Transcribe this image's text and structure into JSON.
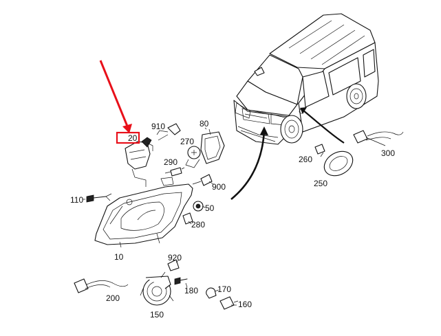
{
  "diagram": {
    "part_labels": [
      "910",
      "20",
      "270",
      "80",
      "290",
      "900",
      "110",
      "50",
      "280",
      "10",
      "920",
      "180",
      "170",
      "200",
      "160",
      "150",
      "260",
      "250",
      "300"
    ],
    "highlighted_part": "20",
    "highlight_color": "#e8101a",
    "line_color": "#111111",
    "background": "#ffffff"
  }
}
